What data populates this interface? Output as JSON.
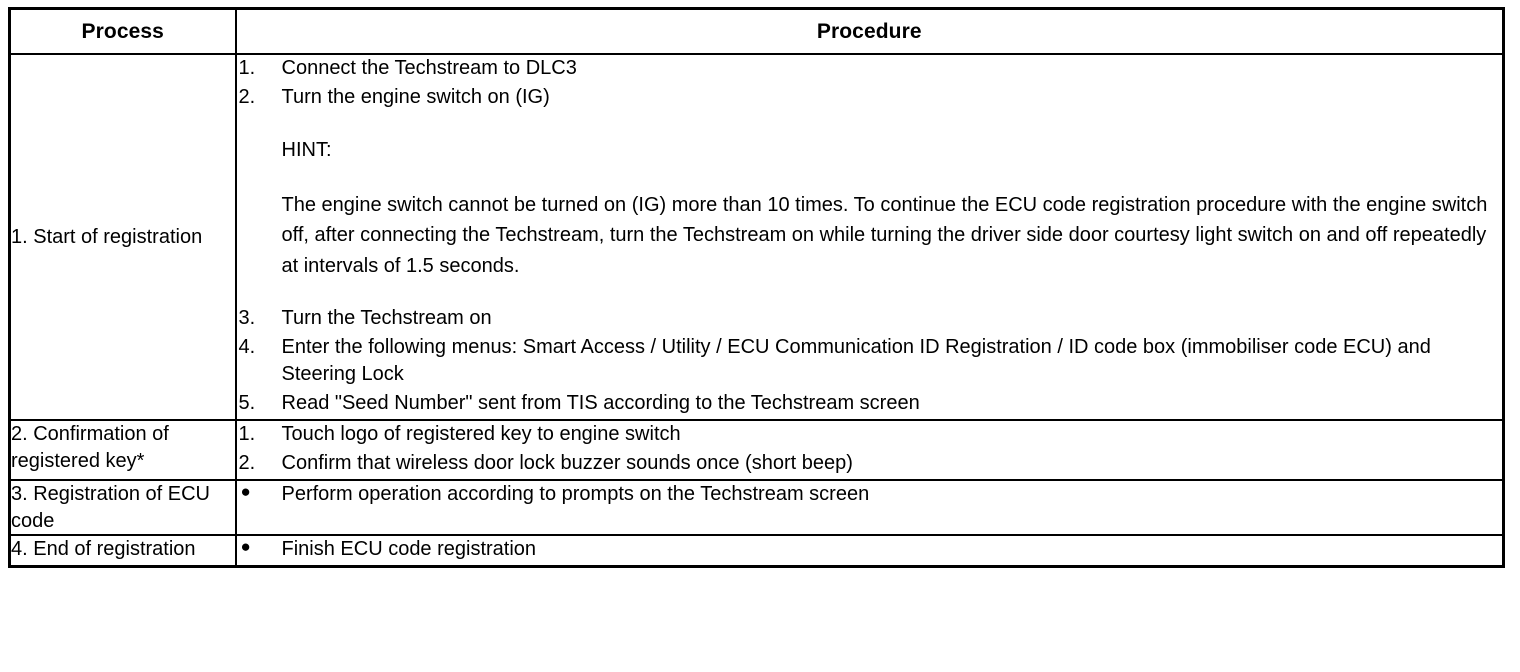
{
  "table": {
    "columns": [
      {
        "key": "process",
        "label": "Process"
      },
      {
        "key": "procedure",
        "label": "Procedure"
      }
    ],
    "rows": [
      {
        "process": "1. Start of registration",
        "procedure": {
          "steps_before_hint": [
            {
              "marker": "1.",
              "text": "Connect the Techstream to DLC3"
            },
            {
              "marker": "2.",
              "text": "Turn the engine switch on (IG)"
            }
          ],
          "hint_label": "HINT:",
          "hint_text": "The engine switch cannot be turned on (IG) more than 10 times. To continue the ECU code registration procedure with the engine switch off, after connecting the Techstream, turn the Techstream on while turning the driver side door courtesy light switch on and off repeatedly at intervals of 1.5 seconds.",
          "steps_after_hint": [
            {
              "marker": "3.",
              "text": "Turn the Techstream on"
            },
            {
              "marker": "4.",
              "text": "Enter the following menus: Smart Access / Utility / ECU Communication ID Registration / ID code box (immobiliser code ECU) and Steering Lock"
            },
            {
              "marker": "5.",
              "text": "Read \"Seed Number\" sent from TIS according to the Techstream screen"
            }
          ]
        }
      },
      {
        "process": "2. Confirmation of registered key*",
        "procedure": {
          "steps_before_hint": [
            {
              "marker": "1.",
              "text": "Touch logo of registered key to engine switch"
            },
            {
              "marker": "2.",
              "text": "Confirm that wireless door lock buzzer sounds once (short beep)"
            }
          ],
          "hint_label": "",
          "hint_text": "",
          "steps_after_hint": []
        }
      },
      {
        "process": "3. Registration of ECU code",
        "procedure": {
          "steps_before_hint": [
            {
              "marker": "●",
              "text": "Perform operation according to prompts on the Techstream screen",
              "bullet": true
            }
          ],
          "hint_label": "",
          "hint_text": "",
          "steps_after_hint": []
        }
      },
      {
        "process": "4. End of registration",
        "procedure": {
          "steps_before_hint": [
            {
              "marker": "●",
              "text": "Finish ECU code registration",
              "bullet": true
            }
          ],
          "hint_label": "",
          "hint_text": "",
          "steps_after_hint": []
        }
      }
    ]
  },
  "colors": {
    "ink": "#000000",
    "paper": "#ffffff"
  }
}
